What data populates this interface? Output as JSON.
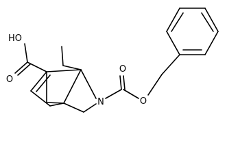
{
  "molecule": {
    "atoms": {
      "hydroxyl": "HO",
      "carbonyl_oxygen_acid": "O",
      "nitrogen": "N",
      "carbonyl_oxygen_carbamate": "O",
      "ester_oxygen": "O"
    },
    "colors": {
      "bond": "#000000",
      "label": "#000000",
      "background": "#ffffff"
    }
  }
}
